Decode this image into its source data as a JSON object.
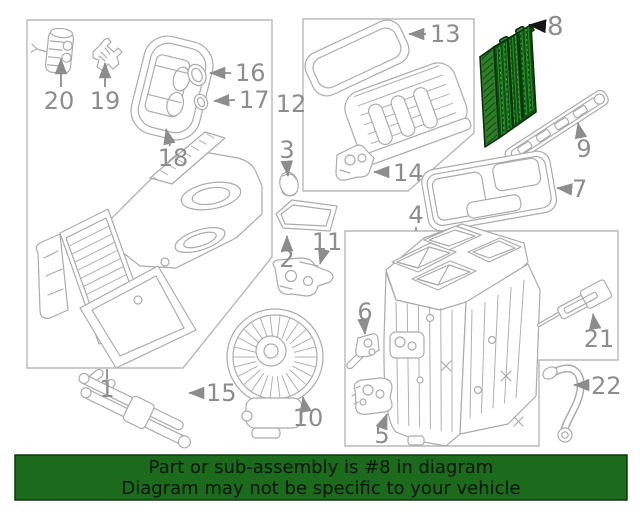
{
  "figure": {
    "highlighted_part": "8",
    "callouts": {
      "1": "1",
      "2": "2",
      "3": "3",
      "4": "4",
      "5": "5",
      "6": "6",
      "7": "7",
      "8": "8",
      "9": "9",
      "10": "10",
      "11": "11",
      "12": "12",
      "13": "13",
      "14": "14",
      "15": "15",
      "16": "16",
      "17": "17",
      "18": "18",
      "19": "19",
      "20": "20",
      "21": "21",
      "22": "22"
    },
    "colors": {
      "line": "#ababab",
      "box_border": "#b8b8b8",
      "label": "#8d8d8d",
      "highlight_label": "#161616",
      "part8_outline": "#0a2f0a",
      "part8_side": "#2e7d28",
      "part8_front": "#0d5211",
      "part8_top": "#379231"
    }
  },
  "banner": {
    "line1": "Part or sub-assembly is #8 in diagram",
    "line2": "Diagram may not be specific to your vehicle",
    "background": "#1c6b1c",
    "text_color": "#0a140a",
    "border": "#0b3b0b"
  }
}
